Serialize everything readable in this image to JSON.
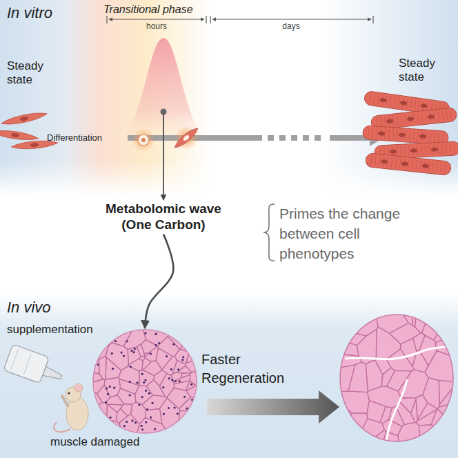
{
  "diagram": {
    "nodes": [
      {
        "text": [
          "In vitro"
        ]
      },
      {
        "text": [
          "Transitional phase"
        ],
        "in": 0
      },
      {
        "text": [
          "Metabolomic wave (One Carbon)"
        ]
      },
      {
        "text": [
          "In vivo"
        ]
      },
      {
        "text": [
          "muscle damaged"
        ],
        "in": 3
      }
    ],
    "edges": [
      {
        "from": 1,
        "to": 2,
        "arrow": "to"
      },
      {
        "from": 2,
        "to": 4,
        "arrow": "to"
      }
    ],
    "labels": [
      "hours",
      "days",
      "Steady state",
      "Differentiation",
      "Steady state",
      "Primes the change between cell phenotypes",
      "supplementation",
      "Faster Regeneration"
    ]
  }
}
